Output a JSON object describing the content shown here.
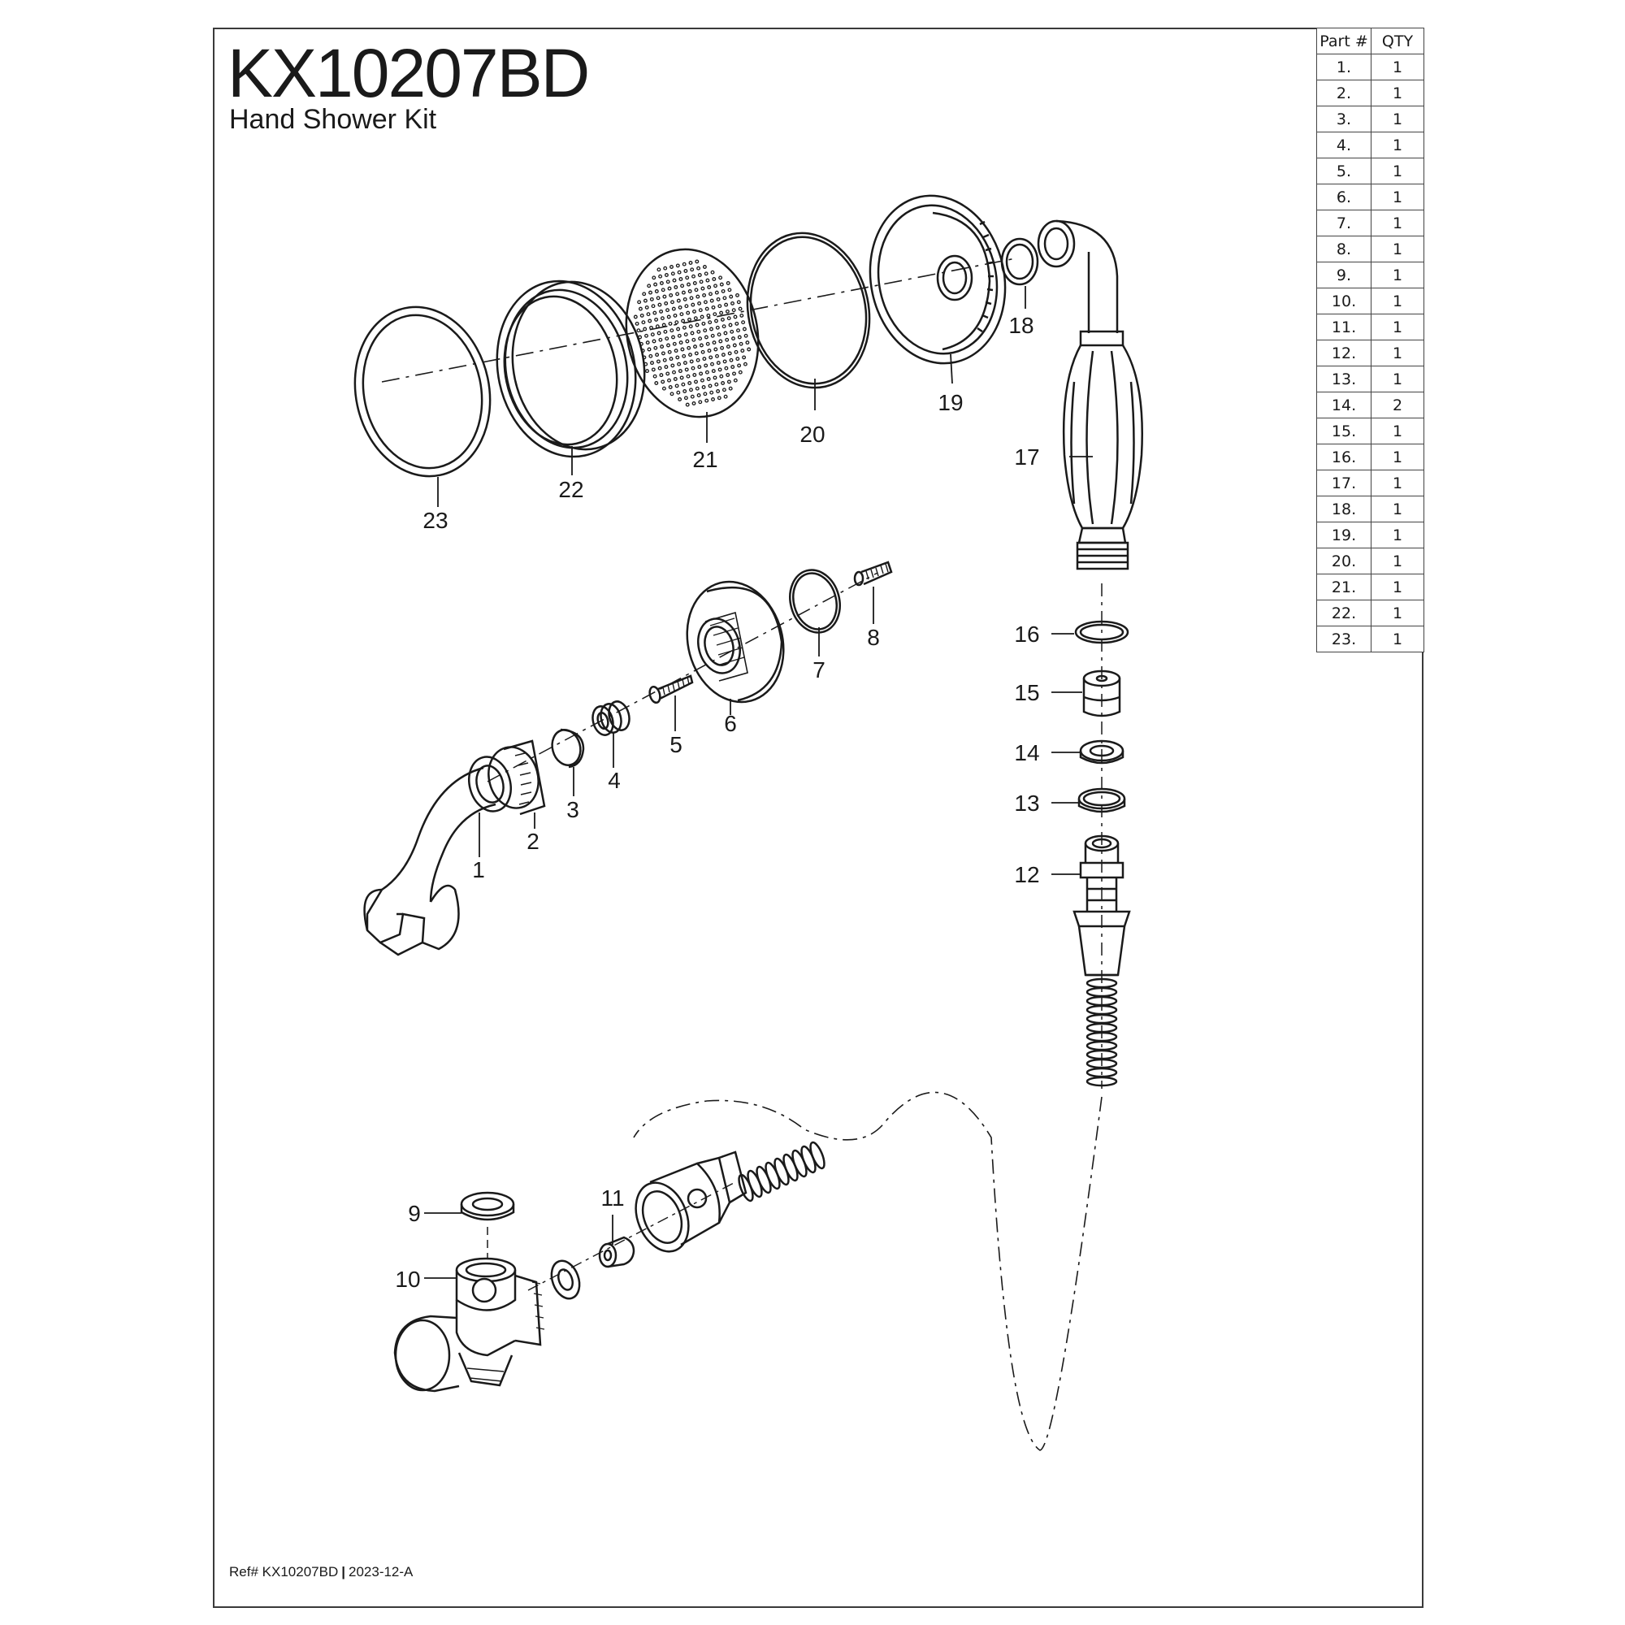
{
  "header": {
    "model": "KX10207BD",
    "subtitle": "Hand Shower Kit"
  },
  "parts_table": {
    "headers": [
      "Part #",
      "QTY"
    ],
    "rows": [
      [
        "1.",
        "1"
      ],
      [
        "2.",
        "1"
      ],
      [
        "3.",
        "1"
      ],
      [
        "4.",
        "1"
      ],
      [
        "5.",
        "1"
      ],
      [
        "6.",
        "1"
      ],
      [
        "7.",
        "1"
      ],
      [
        "8.",
        "1"
      ],
      [
        "9.",
        "1"
      ],
      [
        "10.",
        "1"
      ],
      [
        "11.",
        "1"
      ],
      [
        "12.",
        "1"
      ],
      [
        "13.",
        "1"
      ],
      [
        "14.",
        "2"
      ],
      [
        "15.",
        "1"
      ],
      [
        "16.",
        "1"
      ],
      [
        "17.",
        "1"
      ],
      [
        "18.",
        "1"
      ],
      [
        "19.",
        "1"
      ],
      [
        "20.",
        "1"
      ],
      [
        "21.",
        "1"
      ],
      [
        "22.",
        "1"
      ],
      [
        "23.",
        "1"
      ]
    ]
  },
  "callouts": [
    "1",
    "2",
    "3",
    "4",
    "5",
    "6",
    "7",
    "8",
    "9",
    "10",
    "11",
    "12",
    "13",
    "14",
    "15",
    "16",
    "17",
    "18",
    "19",
    "20",
    "21",
    "22",
    "23"
  ],
  "footer": {
    "ref_prefix": "Ref#",
    "ref_code": "KX10207BD",
    "separator": "|",
    "revision": "2023-12-A"
  }
}
